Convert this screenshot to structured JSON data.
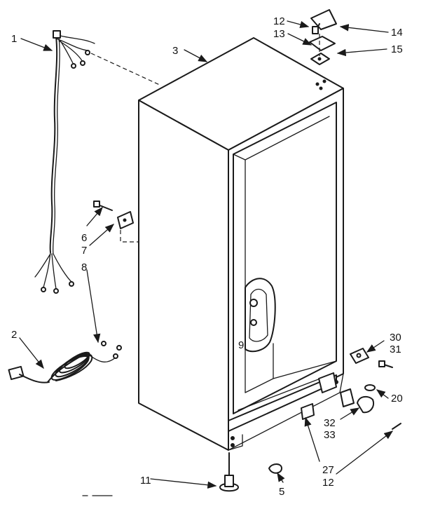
{
  "callouts": [
    {
      "id": "c1",
      "text": "1"
    },
    {
      "id": "c2",
      "text": "2"
    },
    {
      "id": "c3",
      "text": "3"
    },
    {
      "id": "c5",
      "text": "5"
    },
    {
      "id": "c6",
      "text": "6"
    },
    {
      "id": "c7",
      "text": "7"
    },
    {
      "id": "c8",
      "text": "8"
    },
    {
      "id": "c9",
      "text": "9"
    },
    {
      "id": "c11",
      "text": "11"
    },
    {
      "id": "c12a",
      "text": "12"
    },
    {
      "id": "c13",
      "text": "13"
    },
    {
      "id": "c14",
      "text": "14"
    },
    {
      "id": "c15",
      "text": "15"
    },
    {
      "id": "c20",
      "text": "20"
    },
    {
      "id": "c27",
      "text": "27"
    },
    {
      "id": "c12b",
      "text": "12"
    },
    {
      "id": "c30",
      "text": "30"
    },
    {
      "id": "c31",
      "text": "31"
    },
    {
      "id": "c32",
      "text": "32"
    },
    {
      "id": "c33",
      "text": "33"
    }
  ]
}
